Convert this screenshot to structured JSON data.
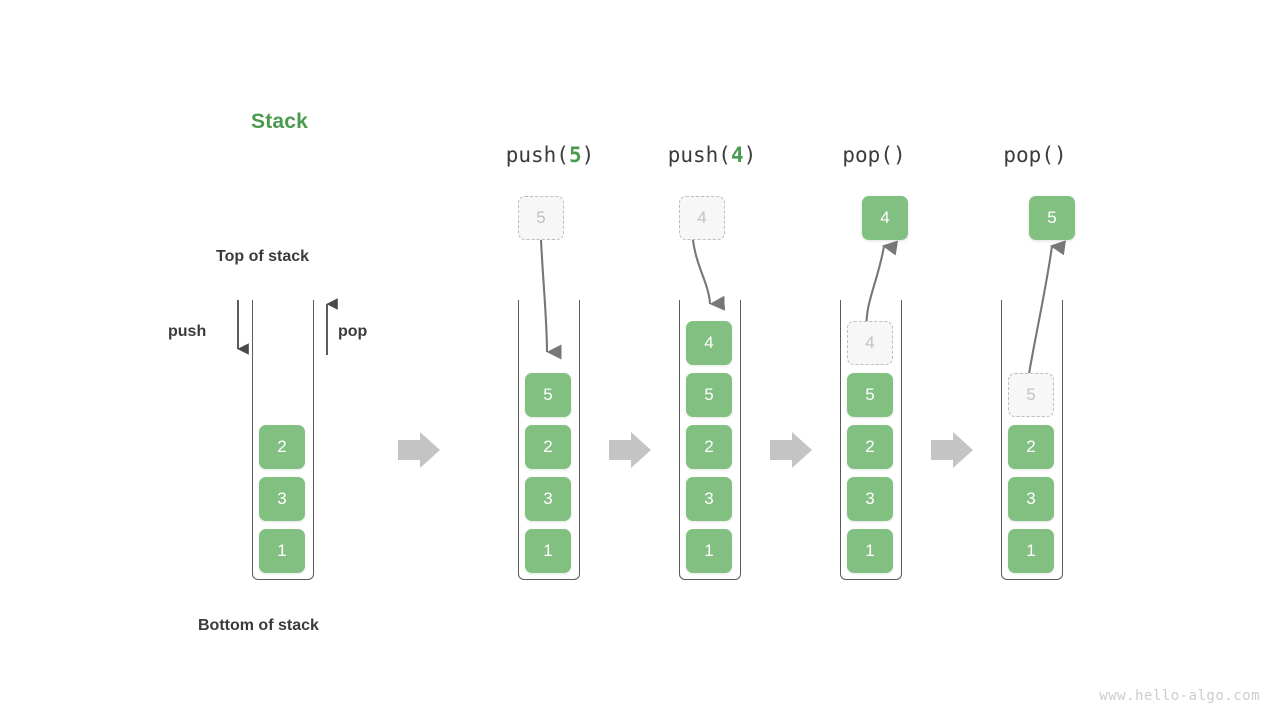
{
  "diagram": {
    "title": "Stack",
    "title_color": "#4a9b50",
    "box_color": "#82c082",
    "ghost_color": "#f7f7f7",
    "arrow_color": "#777777",
    "flow_arrow_color": "#c4c4c4",
    "watermark": "www.hello-algo.com",
    "labels": {
      "top": "Top of stack",
      "bottom": "Bottom of stack",
      "push": "push",
      "pop": "pop"
    },
    "panels": [
      {
        "id": "initial",
        "op": "",
        "op_name": "",
        "op_arg": "",
        "stack": [
          "2",
          "3",
          "1"
        ],
        "ghost_in_stack": null,
        "incoming": null,
        "outgoing": null
      },
      {
        "id": "push-5",
        "op": "push(5)",
        "op_name": "push",
        "op_arg": "5",
        "stack": [
          "5",
          "2",
          "3",
          "1"
        ],
        "ghost_in_stack": null,
        "incoming": "5",
        "outgoing": null
      },
      {
        "id": "push-4",
        "op": "push(4)",
        "op_name": "push",
        "op_arg": "4",
        "stack": [
          "4",
          "5",
          "2",
          "3",
          "1"
        ],
        "ghost_in_stack": null,
        "incoming": "4",
        "outgoing": null
      },
      {
        "id": "pop-4",
        "op": "pop()",
        "op_name": "pop",
        "op_arg": "",
        "stack": [
          "5",
          "2",
          "3",
          "1"
        ],
        "ghost_in_stack": "4",
        "incoming": null,
        "outgoing": "4"
      },
      {
        "id": "pop-5",
        "op": "pop()",
        "op_name": "pop",
        "op_arg": "",
        "stack": [
          "2",
          "3",
          "1"
        ],
        "ghost_in_stack": "5",
        "incoming": null,
        "outgoing": "5"
      }
    ]
  }
}
